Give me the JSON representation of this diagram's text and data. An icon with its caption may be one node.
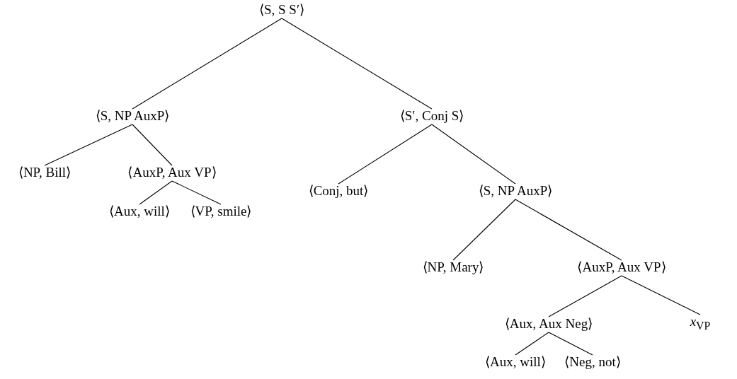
{
  "diagram": {
    "nodes": [
      {
        "text": [
          "⟨S, S S′⟩"
        ]
      },
      {
        "text": [
          "⟨S, NP AuxP⟩"
        ]
      },
      {
        "text": [
          "⟨S′, Conj S⟩"
        ]
      },
      {
        "text": [
          "⟨NP, Bill⟩"
        ]
      },
      {
        "text": [
          "⟨AuxP, Aux VP⟩"
        ]
      },
      {
        "text": [
          "⟨Aux, will⟩"
        ]
      },
      {
        "text": [
          "⟨VP, smile⟩"
        ]
      },
      {
        "text": [
          "⟨Conj, but⟩"
        ]
      },
      {
        "text": [
          "⟨S, NP AuxP⟩"
        ]
      },
      {
        "text": [
          "⟨NP, Mary⟩"
        ]
      },
      {
        "text": [
          "⟨AuxP, Aux VP⟩"
        ]
      },
      {
        "text": [
          "⟨Aux, Aux Neg⟩"
        ]
      },
      {
        "text": [
          "*x*$_{VP}$"
        ]
      },
      {
        "text": [
          "⟨Aux, will⟩"
        ]
      },
      {
        "text": [
          "⟨Neg, not⟩"
        ]
      }
    ],
    "edges": [
      {
        "from": 0,
        "to": 1,
        "arrow": "none"
      },
      {
        "from": 0,
        "to": 2,
        "arrow": "none"
      },
      {
        "from": 1,
        "to": 3,
        "arrow": "none"
      },
      {
        "from": 1,
        "to": 4,
        "arrow": "none"
      },
      {
        "from": 4,
        "to": 5,
        "arrow": "none"
      },
      {
        "from": 4,
        "to": 6,
        "arrow": "none"
      },
      {
        "from": 2,
        "to": 7,
        "arrow": "none"
      },
      {
        "from": 2,
        "to": 8,
        "arrow": "none"
      },
      {
        "from": 8,
        "to": 9,
        "arrow": "none"
      },
      {
        "from": 8,
        "to": 10,
        "arrow": "none"
      },
      {
        "from": 10,
        "to": 11,
        "arrow": "none"
      },
      {
        "from": 10,
        "to": 12,
        "arrow": "none"
      },
      {
        "from": 11,
        "to": 13,
        "arrow": "none"
      },
      {
        "from": 11,
        "to": 14,
        "arrow": "none"
      }
    ]
  }
}
